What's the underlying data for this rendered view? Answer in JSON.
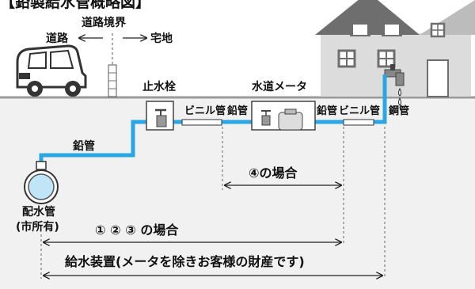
{
  "title": "【鉛製給水管概略図】",
  "labels": {
    "boundary": "道路境界",
    "road": "道路",
    "house_land": "宅地",
    "stop_valve": "止水栓",
    "water_meter": "水道メータ",
    "vinyl_pipe_1": "ビニル管",
    "lead_pipe_1": "鉛管",
    "lead_pipe_2": "鉛管",
    "vinyl_pipe_2": "ビニル管",
    "steel_pipe": "鋼管",
    "lead_pipe_left": "鉛管",
    "distribution_main_1": "配水管",
    "distribution_main_2": "(市所有)",
    "case_4": "④の場合",
    "case_123": "① ② ③ の場合",
    "supply_device": "給水装置(メータを除きお客様の財産です)"
  },
  "icons": [
    "car-icon",
    "house-icon",
    "faucet-icon",
    "stop-valve-icon",
    "water-meter-icon",
    "distribution-main-icon"
  ],
  "colors": {
    "pipe": "#2aa6e4",
    "ground": "#f1f1f1",
    "ground_line": "#9a9a9a",
    "house": "#d9d9d9",
    "house_dark": "#6e6e6e",
    "main": "#bfe5f7"
  }
}
